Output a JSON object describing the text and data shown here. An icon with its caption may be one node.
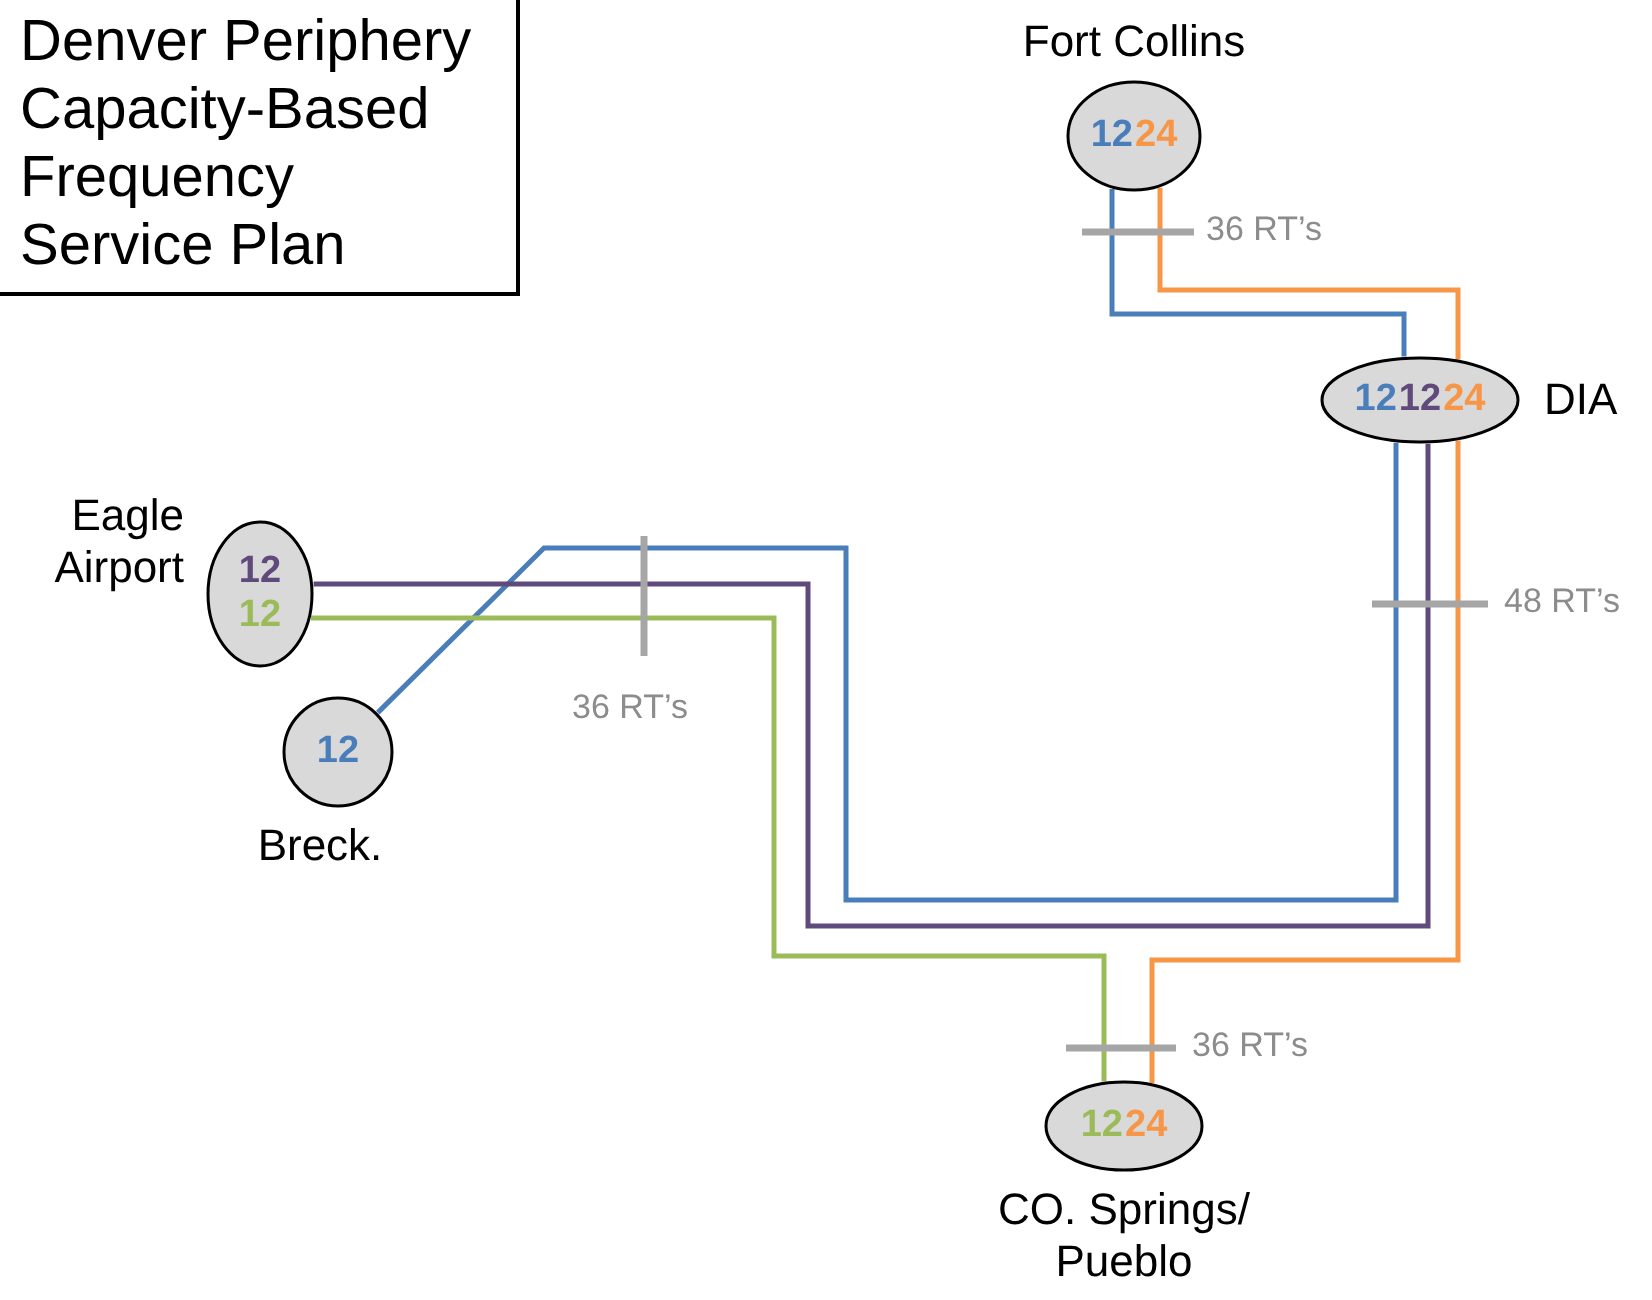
{
  "diagram": {
    "title": "Denver Periphery Capacity-Based Frequency Service Plan",
    "nodes": [
      {
        "text": [
          "12",
          "24"
        ],
        "beside": [
          "Fort Collins"
        ]
      },
      {
        "text": [
          "12",
          "12",
          "24"
        ],
        "beside": [
          "DIA"
        ]
      },
      {
        "text": [
          "12",
          "12"
        ],
        "beside": [
          "Eagle Airport"
        ]
      },
      {
        "text": [
          "12"
        ],
        "beside": [
          "Breck."
        ]
      },
      {
        "text": [
          "12",
          "24"
        ],
        "beside": [
          "CO. Springs/ Pueblo"
        ]
      }
    ],
    "edges": [
      {
        "from": 0,
        "to": 1,
        "arrow": "none",
        "color": "#4a7ebb"
      },
      {
        "from": 0,
        "to": 1,
        "arrow": "none",
        "color": "#f79646"
      },
      {
        "from": 3,
        "to": 1,
        "arrow": "none",
        "color": "#4a7ebb"
      },
      {
        "from": 2,
        "to": 1,
        "arrow": "none",
        "color": "#604a7b"
      },
      {
        "from": 2,
        "to": 4,
        "arrow": "none",
        "color": "#9bbb59"
      },
      {
        "from": 1,
        "to": 4,
        "arrow": "none",
        "color": "#f79646"
      }
    ],
    "labels": [
      "36 RT’s",
      "36 RT’s",
      "48 RT’s",
      "36 RT’s"
    ]
  }
}
